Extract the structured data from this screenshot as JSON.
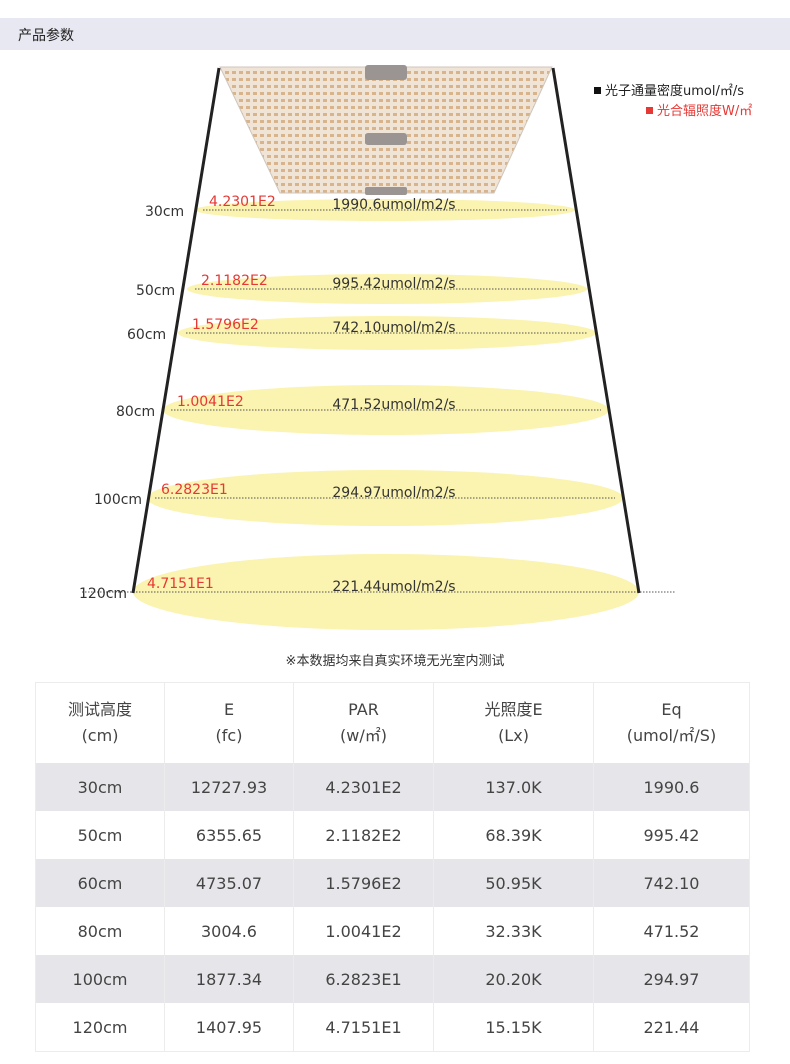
{
  "header": {
    "title": "产品参数"
  },
  "legend": {
    "ppfd_label": "光子通量密度umol/㎡/s",
    "irradiance_label": "光合辐照度W/㎡",
    "ppfd_color": "#111111",
    "irradiance_color": "#e53935"
  },
  "levels": [
    {
      "height": "30cm",
      "irradiance": "4.2301E2",
      "ppfd": "1990.6umol/m2/s"
    },
    {
      "height": "50cm",
      "irradiance": "2.1182E2",
      "ppfd": "995.42umol/m2/s"
    },
    {
      "height": "60cm",
      "irradiance": "1.5796E2",
      "ppfd": "742.10umol/m2/s"
    },
    {
      "height": "80cm",
      "irradiance": "1.0041E2",
      "ppfd": "471.52umol/m2/s"
    },
    {
      "height": "100cm",
      "irradiance": "6.2823E1",
      "ppfd": "294.97umol/m2/s"
    },
    {
      "height": "120cm",
      "irradiance": "4.7151E1",
      "ppfd": "221.44umol/m2/s"
    }
  ],
  "note": "※本数据均来自真实环境无光室内测试",
  "table": {
    "headers": [
      {
        "l1": "测试高度",
        "l2": "(cm)"
      },
      {
        "l1": "E",
        "l2": "(fc)"
      },
      {
        "l1": "PAR",
        "l2": "(w/㎡)"
      },
      {
        "l1": "光照度E",
        "l2": "(Lx)"
      },
      {
        "l1": "Eq",
        "l2": "(umol/㎡/S)"
      }
    ],
    "rows": [
      [
        "30cm",
        "12727.93",
        "4.2301E2",
        "137.0K",
        "1990.6"
      ],
      [
        "50cm",
        "6355.65",
        "2.1182E2",
        "68.39K",
        "995.42"
      ],
      [
        "60cm",
        "4735.07",
        "1.5796E2",
        "50.95K",
        "742.10"
      ],
      [
        "80cm",
        "3004.6",
        "1.0041E2",
        "32.33K",
        "471.52"
      ],
      [
        "100cm",
        "1877.34",
        "6.2823E1",
        "20.20K",
        "294.97"
      ],
      [
        "120cm",
        "1407.95",
        "4.7151E1",
        "15.15K",
        "221.44"
      ]
    ]
  }
}
